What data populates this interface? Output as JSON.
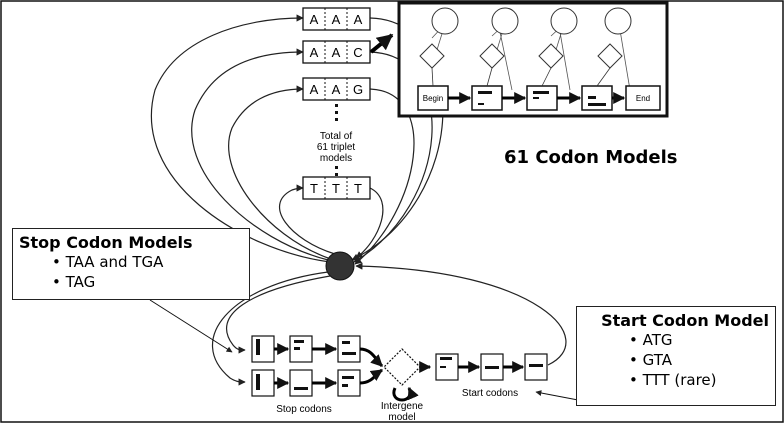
{
  "codon_models": {
    "heading": "61 Codon Models",
    "triplets": [
      [
        "A",
        "A",
        "A"
      ],
      [
        "A",
        "A",
        "C"
      ],
      [
        "A",
        "A",
        "G"
      ],
      [
        "T",
        "T",
        "T"
      ]
    ],
    "total_note": [
      "Total of",
      "61 triplet",
      "models"
    ]
  },
  "inset": {
    "begin_label": "Begin",
    "end_label": "End"
  },
  "stop_callout": {
    "title": "Stop Codon Models",
    "items": [
      "TAA and TGA",
      "TAG"
    ]
  },
  "start_callout": {
    "title": "Start Codon Model",
    "items": [
      "ATG",
      "GTA",
      "TTT (rare)"
    ]
  },
  "bottom_labels": {
    "stop_codons": "Stop codons",
    "intergene": [
      "Intergene",
      "model"
    ],
    "start_codons": "Start codons"
  },
  "colors": {
    "hub": "#333333",
    "line": "#222222",
    "border": "#111111"
  },
  "icons": [
    "frame",
    "hub-node",
    "intergene-diamond",
    "self-loop-arrow"
  ]
}
